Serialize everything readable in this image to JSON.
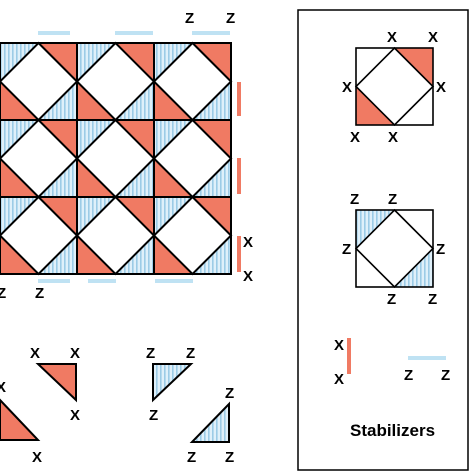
{
  "colors": {
    "x_plaquette": "#f07a63",
    "z_plaquette": "#bfe2f3",
    "z_hatch": "#9ccbe6",
    "line": "#000000",
    "panel_border": "#000000"
  },
  "operator_labels": {
    "x": "X",
    "z": "Z"
  },
  "legend": {
    "title": "Stabilizers"
  }
}
